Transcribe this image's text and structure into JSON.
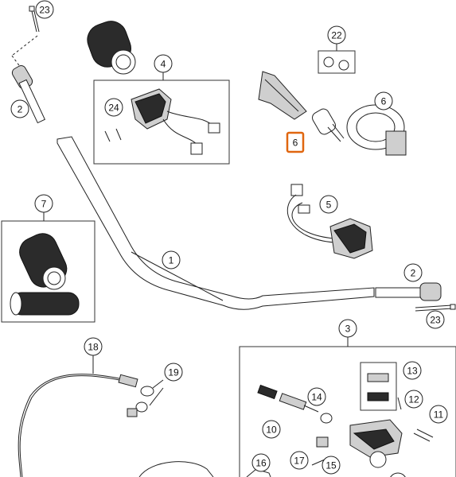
{
  "diagram": {
    "highlight_color": "#e0660f",
    "callouts": {
      "c23a": "23",
      "c2a": "2",
      "c4": "4",
      "c24": "24",
      "c22": "22",
      "c6a": "6",
      "c6b": "6",
      "c5": "5",
      "c7": "7",
      "c1": "1",
      "c2b": "2",
      "c23b": "23",
      "c18": "18",
      "c19": "19",
      "c3": "3",
      "c13": "13",
      "c14": "14",
      "c12": "12",
      "c11": "11",
      "c10": "10",
      "c16": "16",
      "c17": "17",
      "c15": "15"
    },
    "highlighted_part": "6"
  }
}
